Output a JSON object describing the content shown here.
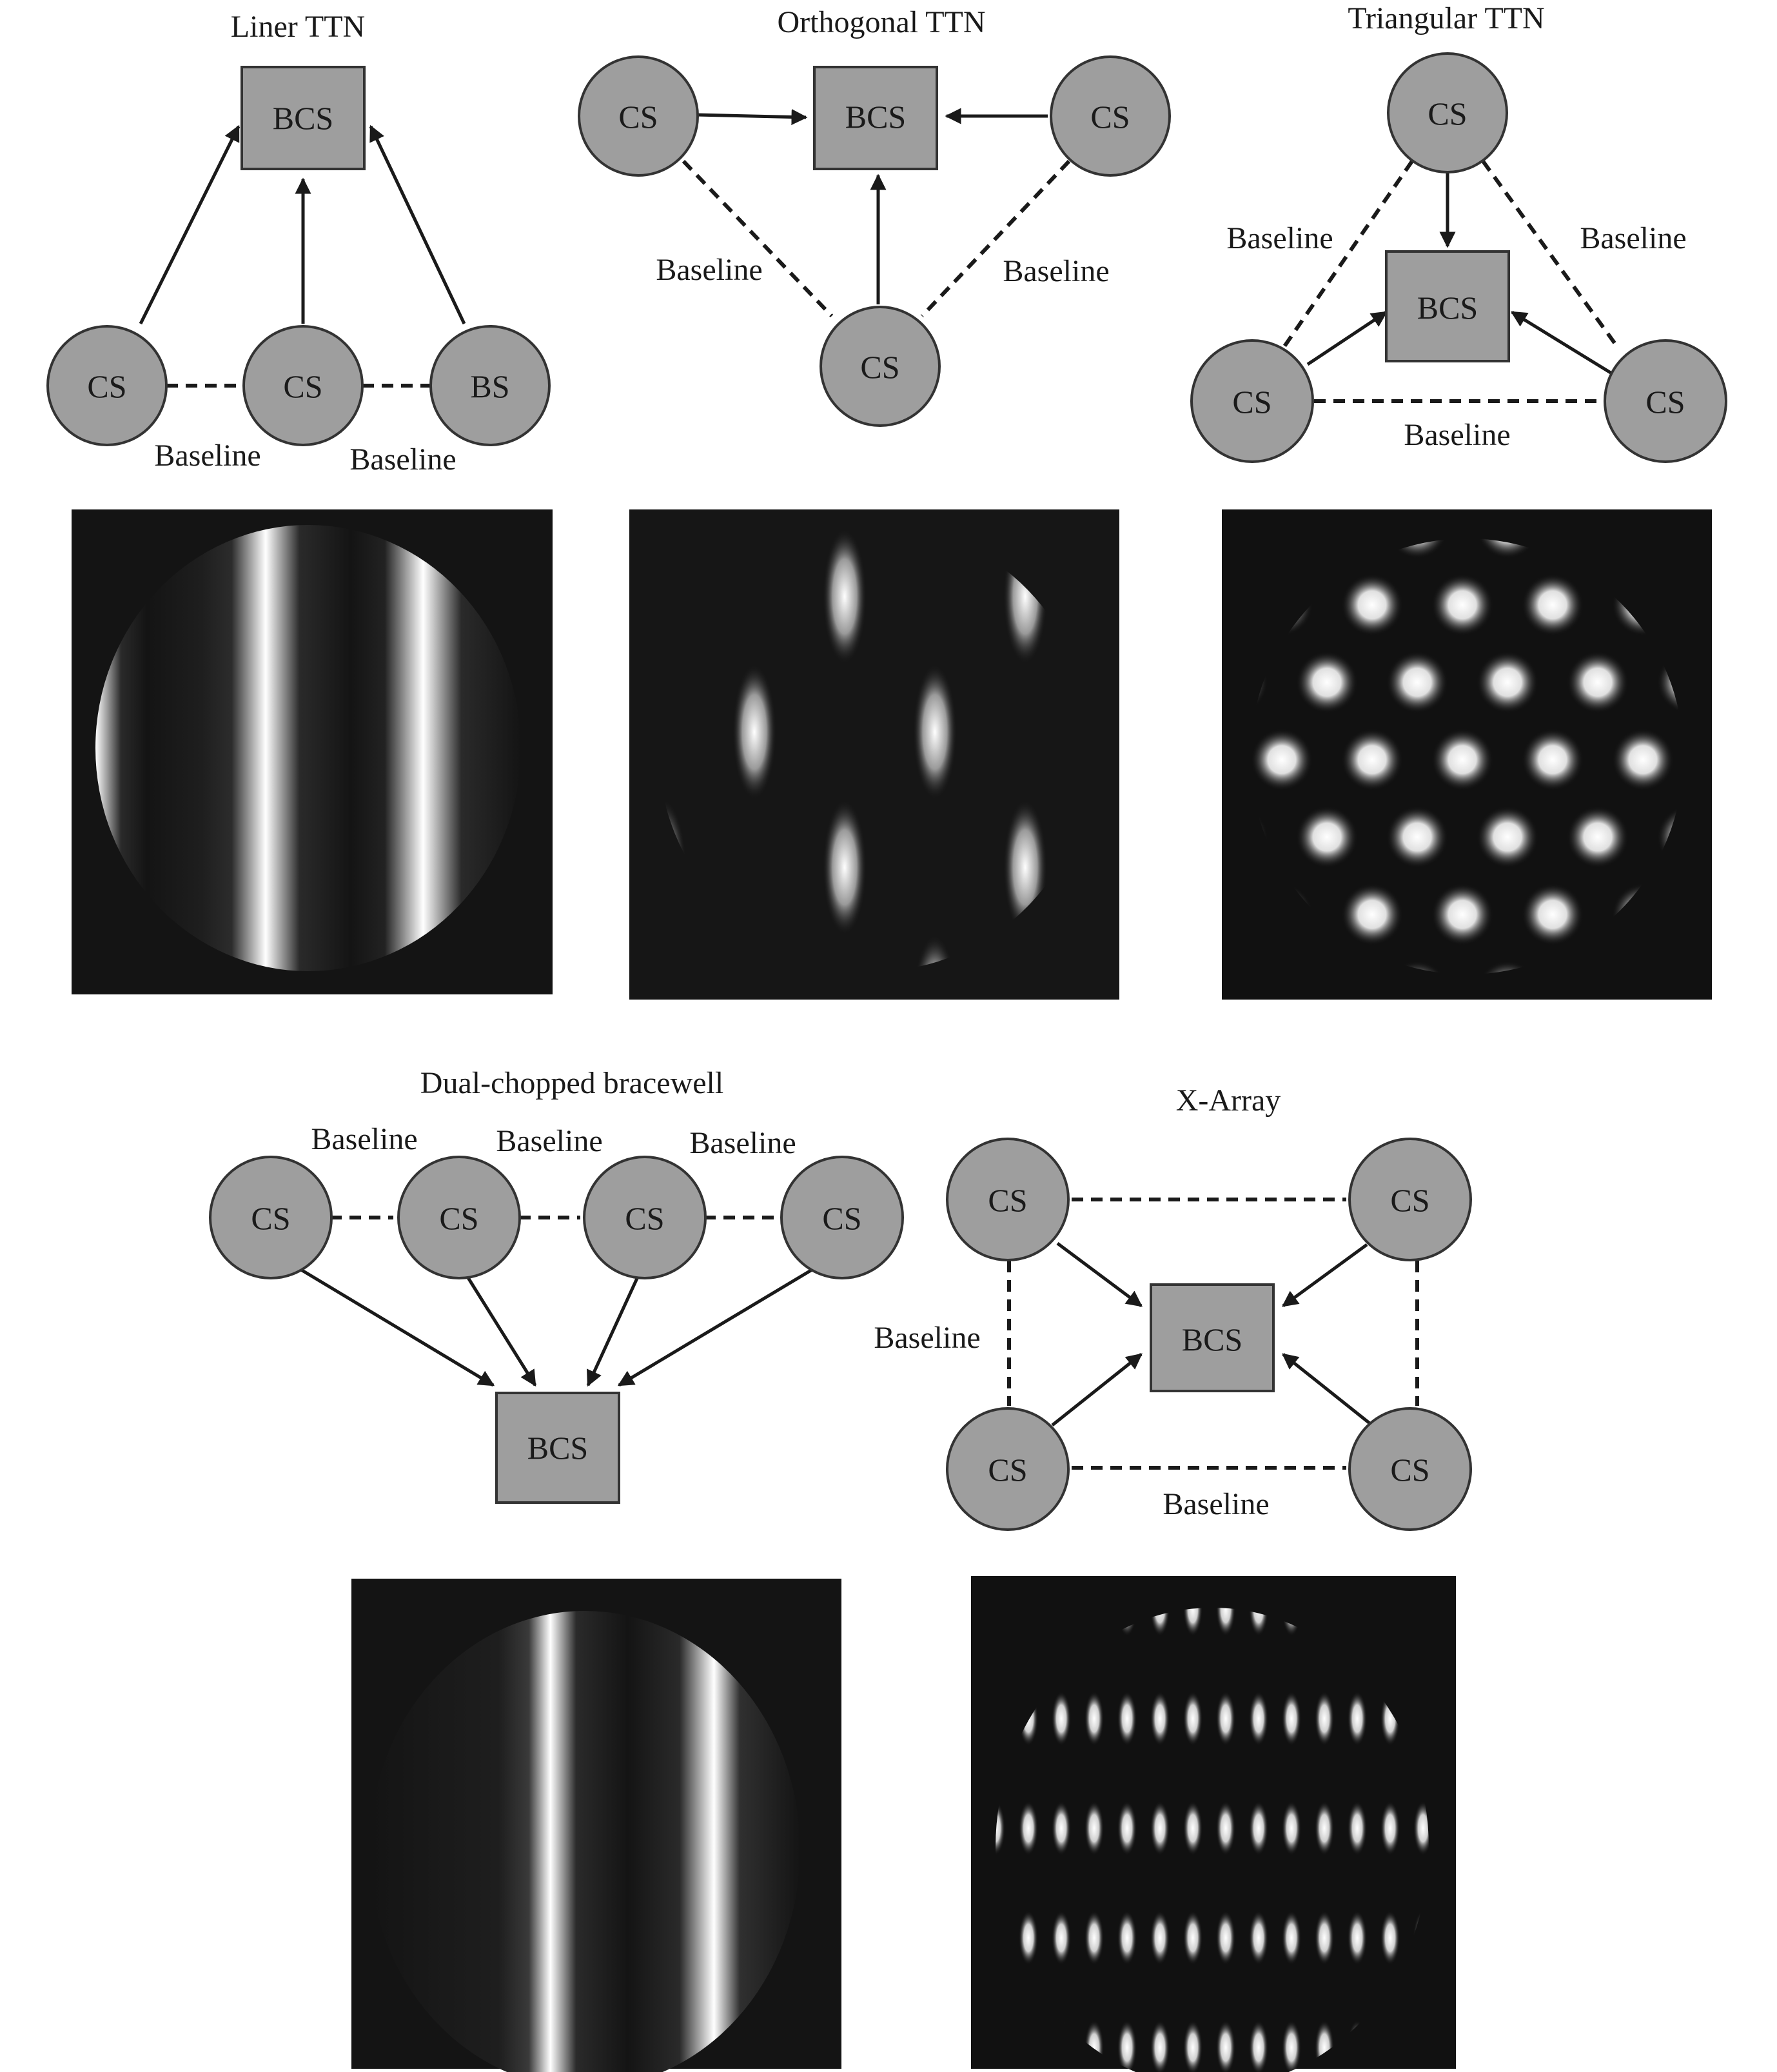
{
  "colors": {
    "node_fill": "#9e9e9e",
    "node_stroke": "#333333",
    "panel_bg": "#141414",
    "fringe": "#ffffff"
  },
  "liner": {
    "title": "Liner TTN",
    "bcs": "BCS",
    "cs1": "CS",
    "cs2": "CS",
    "bs": "BS",
    "baseline1": "Baseline",
    "baseline2": "Baseline"
  },
  "orthogonal": {
    "title": "Orthogonal TTN",
    "bcs": "BCS",
    "cs_left": "CS",
    "cs_right": "CS",
    "cs_bottom": "CS",
    "baseline_left": "Baseline",
    "baseline_right": "Baseline"
  },
  "triangular": {
    "title": "Triangular TTN",
    "bcs": "BCS",
    "cs_top": "CS",
    "cs_left": "CS",
    "cs_right": "CS",
    "baseline_left": "Baseline",
    "baseline_right": "Baseline",
    "baseline_bottom": "Baseline"
  },
  "dual": {
    "title": "Dual-chopped bracewell",
    "bcs": "BCS",
    "cs1": "CS",
    "cs2": "CS",
    "cs3": "CS",
    "cs4": "CS",
    "baseline1": "Baseline",
    "baseline2": "Baseline",
    "baseline3": "Baseline"
  },
  "xarray": {
    "title": "X-Array",
    "bcs": "BCS",
    "cs_tl": "CS",
    "cs_tr": "CS",
    "cs_bl": "CS",
    "cs_br": "CS",
    "baseline_left": "Baseline",
    "baseline_bottom": "Baseline"
  },
  "patterns": {
    "liner": "vertical fringes",
    "orthogonal": "elongated lobes",
    "triangular": "hexagonal spots",
    "dual": "vertical fringes",
    "xarray": "dense spot grid"
  }
}
